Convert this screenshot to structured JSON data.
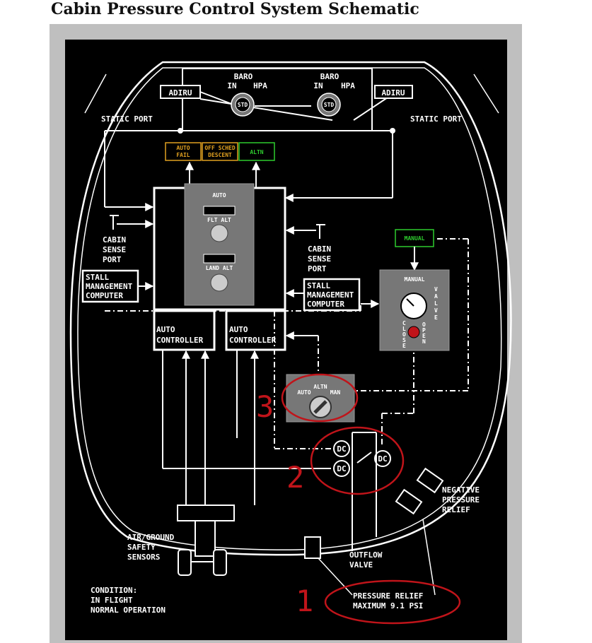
{
  "title": "Cabin Pressure Control System Schematic",
  "adiru_left": "ADIRU",
  "adiru_right": "ADIRU",
  "baro_left": {
    "title": "BARO",
    "in": "IN",
    "hpa": "HPA",
    "knob": "STD"
  },
  "baro_right": {
    "title": "BARO",
    "in": "IN",
    "hpa": "HPA",
    "knob": "STD"
  },
  "static_port_left": "STATIC PORT",
  "static_port_right": "STATIC PORT",
  "annunciators": {
    "auto_fail": [
      "AUTO",
      "FAIL"
    ],
    "off_sched": [
      "OFF SCHED",
      "DESCENT"
    ],
    "altn": "ALTN",
    "manual": "MANUAL",
    "colors": {
      "amber": "#e0a020",
      "green": "#2ecc2e"
    }
  },
  "panel": {
    "auto": "AUTO",
    "flt_alt": "FLT ALT",
    "land_alt": "LAND ALT",
    "manual_title": "MANUAL",
    "valve": [
      "V",
      "A",
      "L",
      "V",
      "E"
    ],
    "close": [
      "C",
      "L",
      "O",
      "S",
      "E"
    ],
    "open": [
      "O",
      "P",
      "E",
      "N"
    ]
  },
  "cabin_sense_left": [
    "CABIN",
    "SENSE",
    "PORT"
  ],
  "cabin_sense_right": [
    "CABIN",
    "SENSE",
    "PORT"
  ],
  "stall_left": [
    "STALL",
    "MANAGEMENT",
    "COMPUTER"
  ],
  "stall_right": [
    "STALL",
    "MANAGEMENT",
    "COMPUTER"
  ],
  "auto_controller_left": [
    "AUTO",
    "CONTROLLER"
  ],
  "auto_controller_right": [
    "AUTO",
    "CONTROLLER"
  ],
  "mode_selector": {
    "auto": "AUTO",
    "altn": "ALTN",
    "man": "MAN"
  },
  "dc_labels": [
    "DC",
    "DC",
    "DC"
  ],
  "negative_relief": [
    "NEGATIVE",
    "PRESSURE",
    "RELIEF"
  ],
  "outflow_valve": [
    "OUTFLOW",
    "VALVE"
  ],
  "air_ground": [
    "AIR/GROUND",
    "SAFETY",
    "SENSORS"
  ],
  "pressure_relief": [
    "PRESSURE RELIEF",
    "MAXIMUM 9.1 PSI"
  ],
  "condition": [
    "CONDITION:",
    "IN FLIGHT",
    "NORMAL OPERATION"
  ],
  "annotation_numbers": [
    "3",
    "2",
    "1"
  ]
}
